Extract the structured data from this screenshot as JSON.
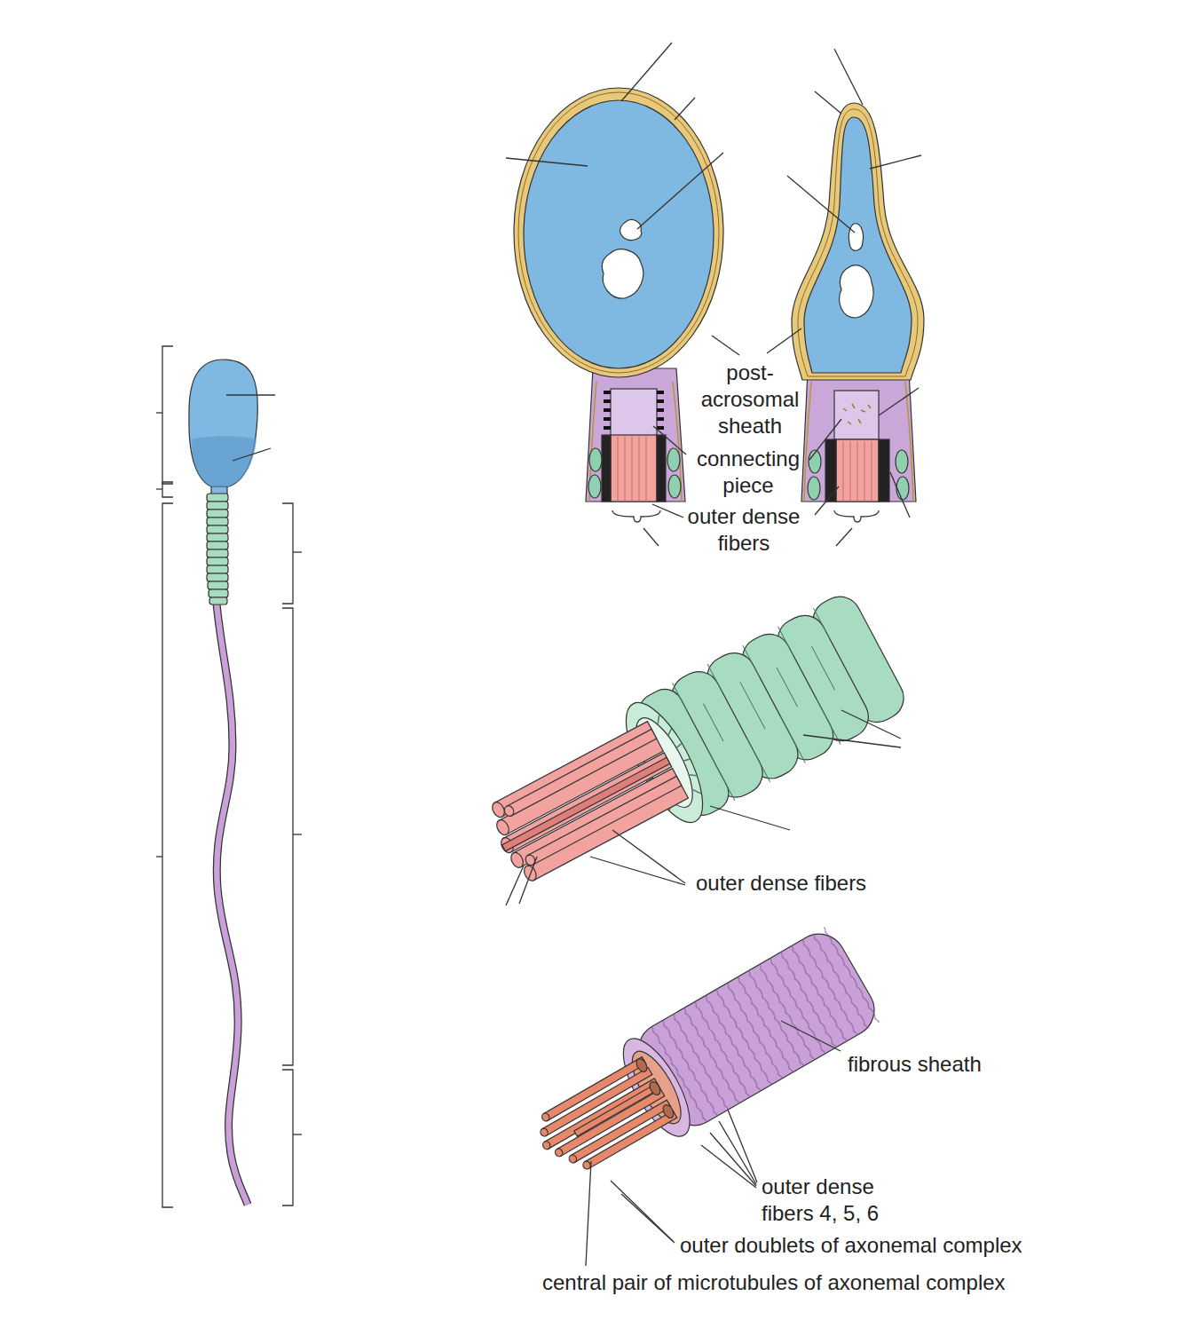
{
  "diagram": {
    "labels": [
      "post- acrosomal sheath",
      "connecting piece",
      "outer dense fibers",
      "outer dense fibers",
      "fibrous sheath",
      "outer dense fibers 4, 5, 6",
      "outer doublets of axonemal complex",
      "central pair of microtubules of axonemal complex"
    ]
  }
}
